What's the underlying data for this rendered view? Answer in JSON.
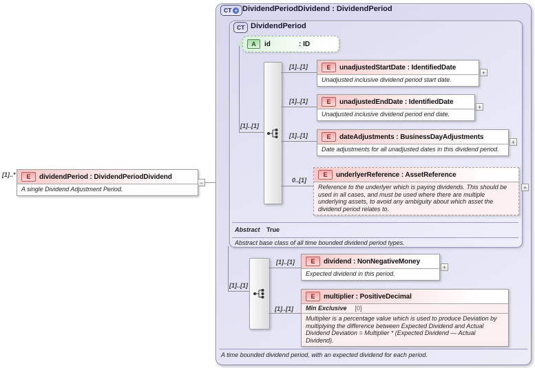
{
  "colors": {
    "container_lavender": "#dcdcf0",
    "element_pink": "#f6c9c9",
    "attribute_green": "#ddf3dd",
    "badge_red_border": "#b25c5c",
    "connector_gray": "#8f8f8f"
  },
  "left_element": {
    "cardinality": "[1]..*",
    "badge": "E",
    "title": "dividendPeriod : DividendPeriodDividend",
    "annotation": "A single Dividend Adjustment Period.",
    "collapse_glyph": "−"
  },
  "outer": {
    "badge": "CT",
    "plus_glyph": "+",
    "title": "DividendPeriodDividend : DividendPeriod",
    "annotation": "A time bounded dividend period, with an expected dividend for each period."
  },
  "base": {
    "badge": "CT",
    "title": "DividendPeriod",
    "attribute": {
      "badge": "A",
      "name": "id",
      "type": ": ID"
    },
    "seq_cardinality": "[1]..[1]",
    "elements": [
      {
        "cardinality": "[1]..[1]",
        "badge": "E",
        "title": "unadjustedStartDate : IdentifiedDate",
        "annotation": "Unadjusted inclusive dividend period start date.",
        "expand_glyph": "+"
      },
      {
        "cardinality": "[1]..[1]",
        "badge": "E",
        "title": "unadjustedEndDate : IdentifiedDate",
        "annotation": "Unadjusted inclusive dividend period end date.",
        "expand_glyph": "+"
      },
      {
        "cardinality": "[1]..[1]",
        "badge": "E",
        "title": "dateAdjustments : BusinessDayAdjustments",
        "annotation": "Date adjustments for all unadjusted dates in this dividend period.",
        "expand_glyph": "+"
      },
      {
        "cardinality": "0..[1]",
        "badge": "E",
        "title": "underlyerReference : AssetReference",
        "annotation": "Reference to the underlyer which is paying dividends. This should be used in all cases, and must be used where there are multiple underlying assets, to avoid any ambiguity about which asset the dividend period relates to.",
        "expand_glyph": "+"
      }
    ],
    "abstract_label": "Abstract",
    "abstract_value": "True",
    "annotation": "Abstract base class of all time bounded dividend period types."
  },
  "extension": {
    "seq_cardinality": "[1]..[1]",
    "elements": [
      {
        "cardinality": "[1]..[1]",
        "badge": "E",
        "title": "dividend : NonNegativeMoney",
        "annotation": "Expected dividend in this period.",
        "expand_glyph": "+"
      },
      {
        "cardinality": "[1]..[1]",
        "badge": "E",
        "title": "multiplier : PositiveDecimal",
        "facet_label": "Min Exclusive",
        "facet_value": "[0]",
        "annotation": "Multiplier is a percentage value which is used to produce Deviation by multiplying the difference between Expected Dividend and Actual Dividend Deviation = Multiplier * (Expected Dividend — Actual Dividend)."
      }
    ]
  }
}
